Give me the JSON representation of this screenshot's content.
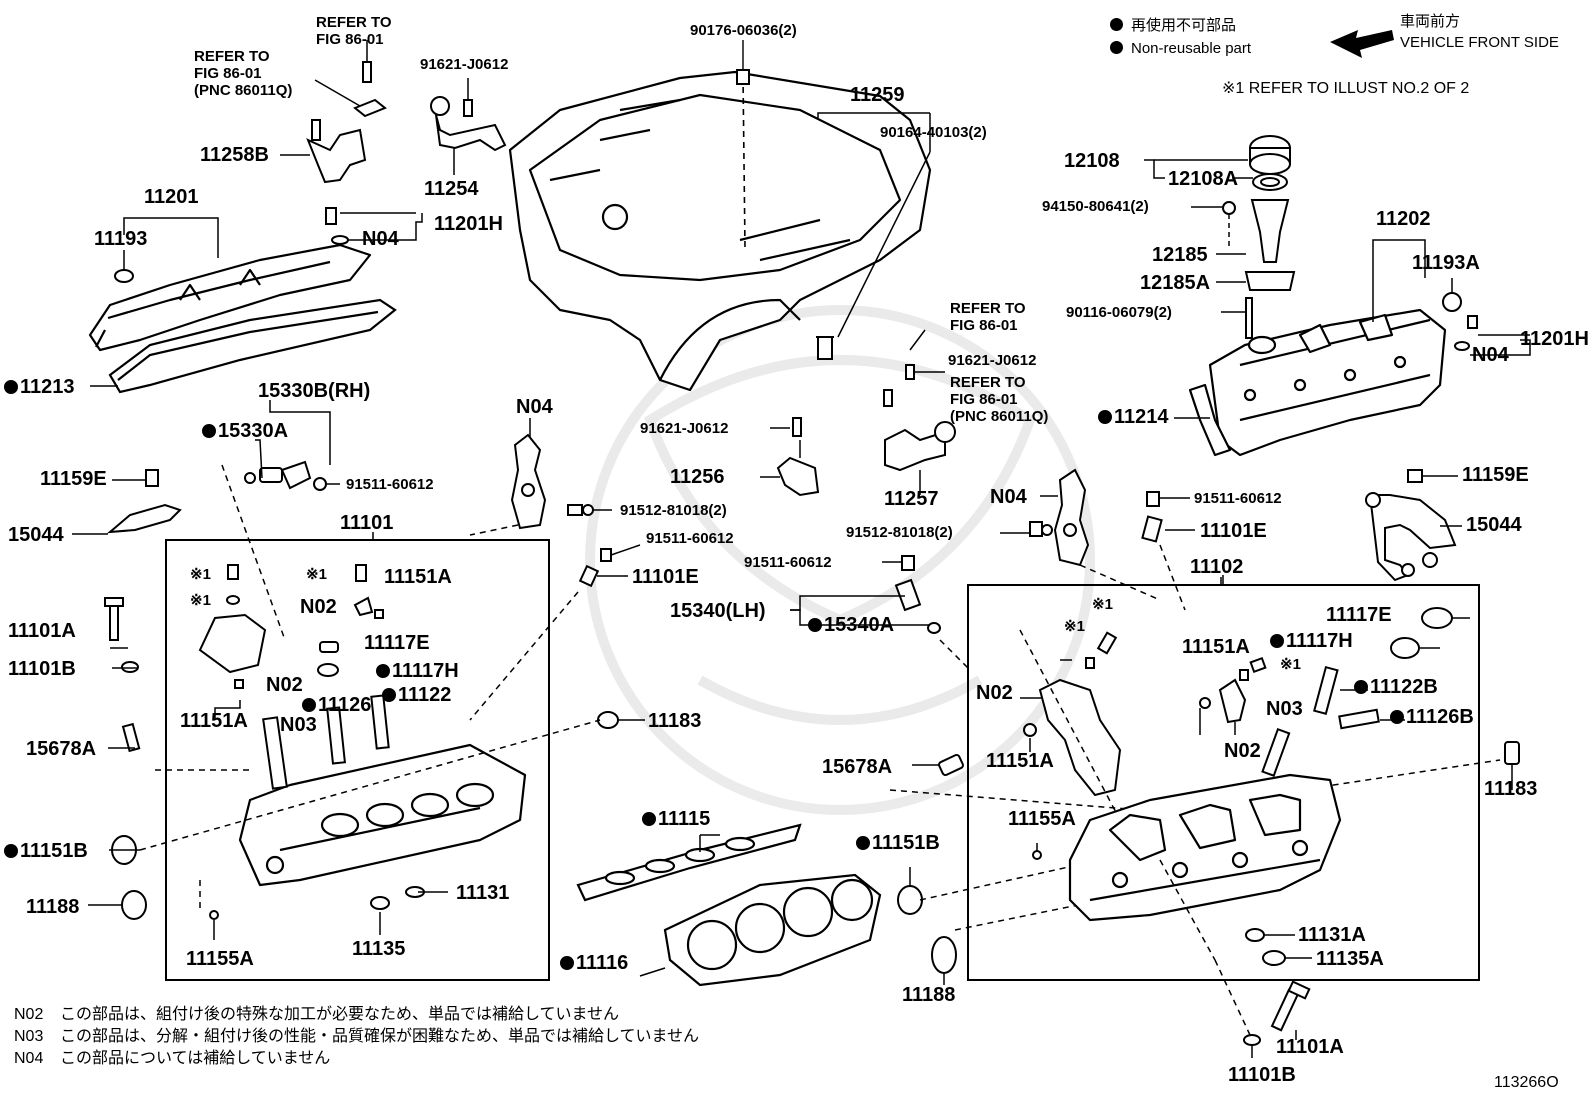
{
  "legend": {
    "non_reusable_jp": "再使用不可部品",
    "non_reusable_en": "Non-reusable part",
    "vehicle_front_jp": "車両前方",
    "vehicle_front_en": "VEHICLE FRONT SIDE",
    "refer_note": "※1 REFER TO ILLUST NO.2 OF 2"
  },
  "labels": {
    "p_90176": "90176-06036(2)",
    "p_11259": "11259",
    "p_90164": "90164-40103(2)",
    "p_refer1": [
      "REFER TO",
      "FIG 86-01"
    ],
    "p_refer2": [
      "REFER TO",
      "FIG 86-01",
      "(PNC 86011Q)"
    ],
    "p_91621_a": "91621-J0612",
    "p_11258B": "11258B",
    "p_11254": "11254",
    "p_11201": "11201",
    "p_11193": "11193",
    "p_N04_a": "N04",
    "p_11201H_a": "11201H",
    "p_11213": "11213",
    "p_15330B": "15330B(RH)",
    "p_15330A": "15330A",
    "p_91511_a": "91511-60612",
    "p_11159E_a": "11159E",
    "p_15044_a": "15044",
    "p_N04_b": "N04",
    "p_91512_a": "91512-81018(2)",
    "p_91511_b": "91511-60612",
    "p_11101E_a": "11101E",
    "p_11101": "11101",
    "p_ref1_a": "※1",
    "p_ref1_b": "※1",
    "p_ref1_c": "※1",
    "p_11151A_a": "11151A",
    "p_N02_a": "N02",
    "p_11117E_a": "11117E",
    "p_11117H_a": "11117H",
    "p_11101A_a": "11101A",
    "p_11101B_a": "11101B",
    "p_N02_b": "N02",
    "p_11126_a": "11126",
    "p_11122_a": "11122",
    "p_11151A_b": "11151A",
    "p_N03_a": "N03",
    "p_11183_a": "11183",
    "p_15678A_a": "15678A",
    "p_11151B_a": "11151B",
    "p_11188_a": "11188",
    "p_11131": "11131",
    "p_11135": "11135",
    "p_11155A_a": "11155A",
    "p_11115": "11115",
    "p_11116": "11116",
    "p_91621_b": "91621-J0612",
    "p_11256": "11256",
    "p_refer3": [
      "REFER TO",
      "FIG 86-01"
    ],
    "p_91621_c": "91621-J0612",
    "p_refer4": [
      "REFER TO",
      "FIG 86-01",
      "(PNC 86011Q)"
    ],
    "p_11257": "11257",
    "p_N04_c": "N04",
    "p_91512_b": "91512-81018(2)",
    "p_91511_c": "91511-60612",
    "p_15340LH": "15340(LH)",
    "p_15340A": "15340A",
    "p_15678A_b": "15678A",
    "p_11151B_b": "11151B",
    "p_11188_b": "11188",
    "p_12108": "12108",
    "p_12108A": "12108A",
    "p_94150": "94150-80641(2)",
    "p_12185": "12185",
    "p_12185A": "12185A",
    "p_90116": "90116-06079(2)",
    "p_11202": "11202",
    "p_11193A": "11193A",
    "p_11201H_b": "11201H",
    "p_N04_d": "N04",
    "p_11214": "11214",
    "p_11159E_b": "11159E",
    "p_15044_b": "15044",
    "p_91511_d": "91511-60612",
    "p_11101E_b": "11101E",
    "p_11102": "11102",
    "p_ref1_d": "※1",
    "p_ref1_e": "※1",
    "p_ref1_f": "※1",
    "p_11117E_b": "11117E",
    "p_11117H_b": "11117H",
    "p_11151A_c": "11151A",
    "p_11122B": "11122B",
    "p_N03_b": "N03",
    "p_11126B": "11126B",
    "p_N02_c": "N02",
    "p_N02_d": "N02",
    "p_11151A_d": "11151A",
    "p_11183_b": "11183",
    "p_11155A_b": "11155A",
    "p_11131A": "11131A",
    "p_11135A": "11135A",
    "p_11101A_b": "11101A",
    "p_11101B_b": "11101B"
  },
  "notes": [
    {
      "code": "N02",
      "text": "この部品は、組付け後の特殊な加工が必要なため、単品では補給していません"
    },
    {
      "code": "N03",
      "text": "この部品は、分解・組付け後の性能・品質確保が困難なため、単品では補給していません"
    },
    {
      "code": "N04",
      "text": "この部品については補給していません"
    }
  ],
  "illustration_id": "113266O"
}
